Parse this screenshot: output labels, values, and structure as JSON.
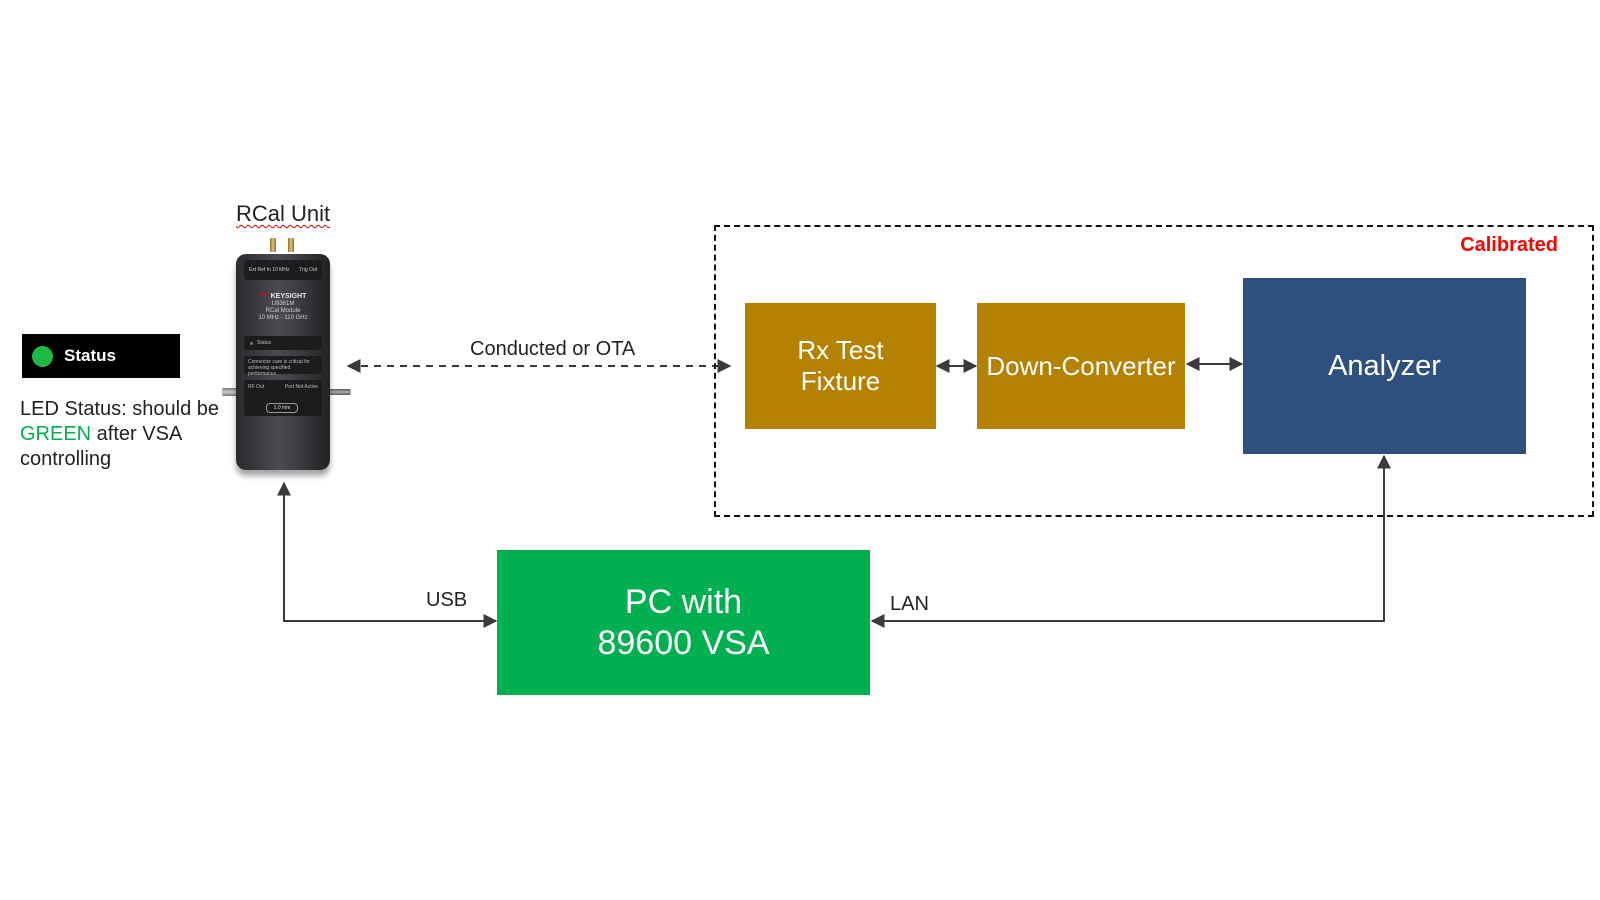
{
  "labels": {
    "rcal_unit": "RCal Unit",
    "calibrated": "Calibrated",
    "conducted": "Conducted or OTA",
    "usb": "USB",
    "lan": "LAN"
  },
  "blocks": {
    "rx_line1": "Rx Test",
    "rx_line2": "Fixture",
    "down_converter": "Down-Converter",
    "analyzer": "Analyzer",
    "pc_line1": "PC with",
    "pc_line2": "89600 VSA"
  },
  "status": {
    "badge": "Status",
    "desc_1": "LED Status: should be ",
    "desc_green": "GREEN",
    "desc_2": " after VSA controlling"
  },
  "device": {
    "brand": "KEYSIGHT",
    "model": "U9361M",
    "module": "RCal Module",
    "range": "10 MHz - 110 GHz",
    "port_left": "Ext Ref In 10 MHz",
    "port_right": "Trig Out",
    "status_label": "Status",
    "warning": "Connector care is critical for achieving specified performance",
    "rf_out": "RF Out",
    "port_active": "Port Not Active",
    "connector": "1.0 mm"
  },
  "colors": {
    "gold": "#B58100",
    "navy": "#2F507E",
    "green": "#00AF50",
    "green_text": "#00B050",
    "led": "#1FB843",
    "calibrated": "#FF0000",
    "line": "#3a3a3a"
  }
}
